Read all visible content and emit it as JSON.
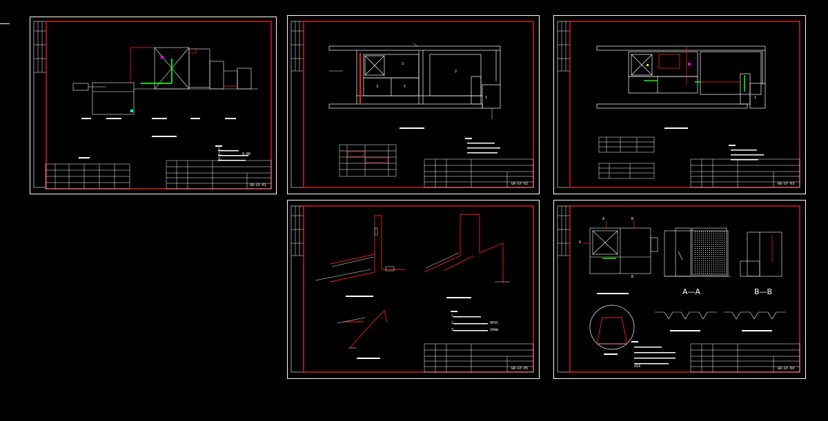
{
  "colors": {
    "background": "#000000",
    "sheet_border": "#ffffff",
    "frame": "#ff2020",
    "line": "#ffffff",
    "pipe_green": "#00ff00",
    "accent_magenta": "#ff00ff",
    "accent_cyan": "#00ffff",
    "accent_yellow": "#ffff00"
  },
  "sheets": [
    {
      "id": "s1",
      "drawing_no": "GR-GY-01"
    },
    {
      "id": "s2",
      "drawing_no": "GR-GY-02"
    },
    {
      "id": "s3",
      "drawing_no": "GR-GY-03"
    },
    {
      "id": "s4",
      "drawing_no": "GR-GY-05"
    },
    {
      "id": "s5",
      "drawing_no": "GR-GY-04"
    }
  ],
  "s1": {
    "notes": [
      "1.",
      "2.",
      "3."
    ],
    "note_tail": "0.00"
  },
  "s2": {
    "room_labels": [
      "3",
      "3",
      "5",
      "2"
    ],
    "dim_mark": "1"
  },
  "s3": {
    "dim_mark": "1"
  },
  "s4": {
    "notes": [
      "1.",
      "2.",
      "3."
    ],
    "note_2_tail": "UPVC",
    "note_3_tail": "10mm"
  },
  "s5": {
    "section_a": "A—A",
    "section_b": "B—B",
    "section_marks": [
      "A",
      "A",
      "B",
      "B"
    ],
    "note_4_tail": "d14"
  }
}
